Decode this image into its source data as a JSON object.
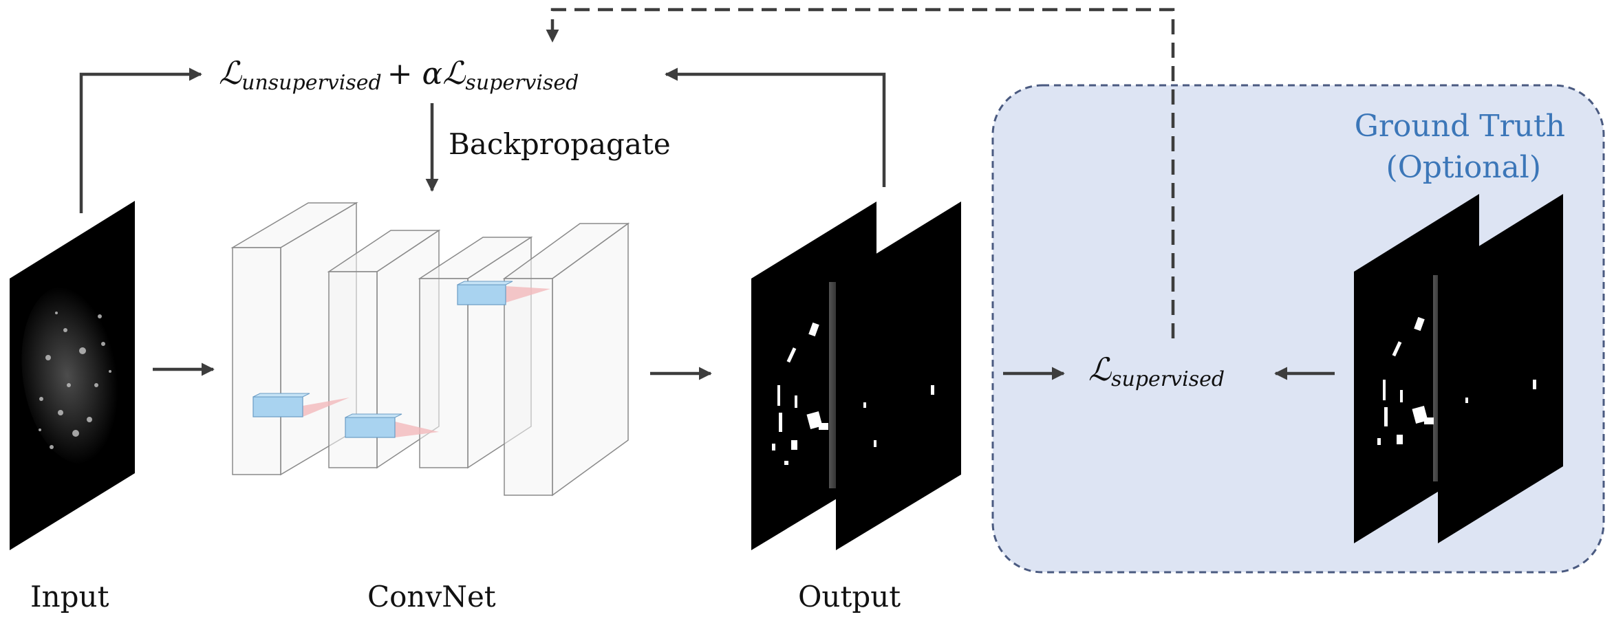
{
  "labels": {
    "input": "Input",
    "convnet": "ConvNet",
    "output": "Output",
    "backpropagate": "Backpropagate",
    "ground_truth_line1": "Ground Truth",
    "ground_truth_line2": "(Optional)"
  },
  "equations": {
    "loss_total_script": "ℒ",
    "loss_total_sub1": "unsupervised",
    "loss_total_op": "+ α",
    "loss_total_script2": "ℒ",
    "loss_total_sub2": "supervised",
    "loss_sup_script": "ℒ",
    "loss_sup_sub": "supervised"
  },
  "colors": {
    "arrow": "#3d3d3d",
    "ground_truth_text": "#3b76b8",
    "ground_truth_panel_fill": "#dde4f3",
    "ground_truth_panel_border": "#4a5a80",
    "block_edge": "#8a8a8a",
    "kernel_blue": "#a9d3f0",
    "kernel_red": "#f2b9bc"
  }
}
